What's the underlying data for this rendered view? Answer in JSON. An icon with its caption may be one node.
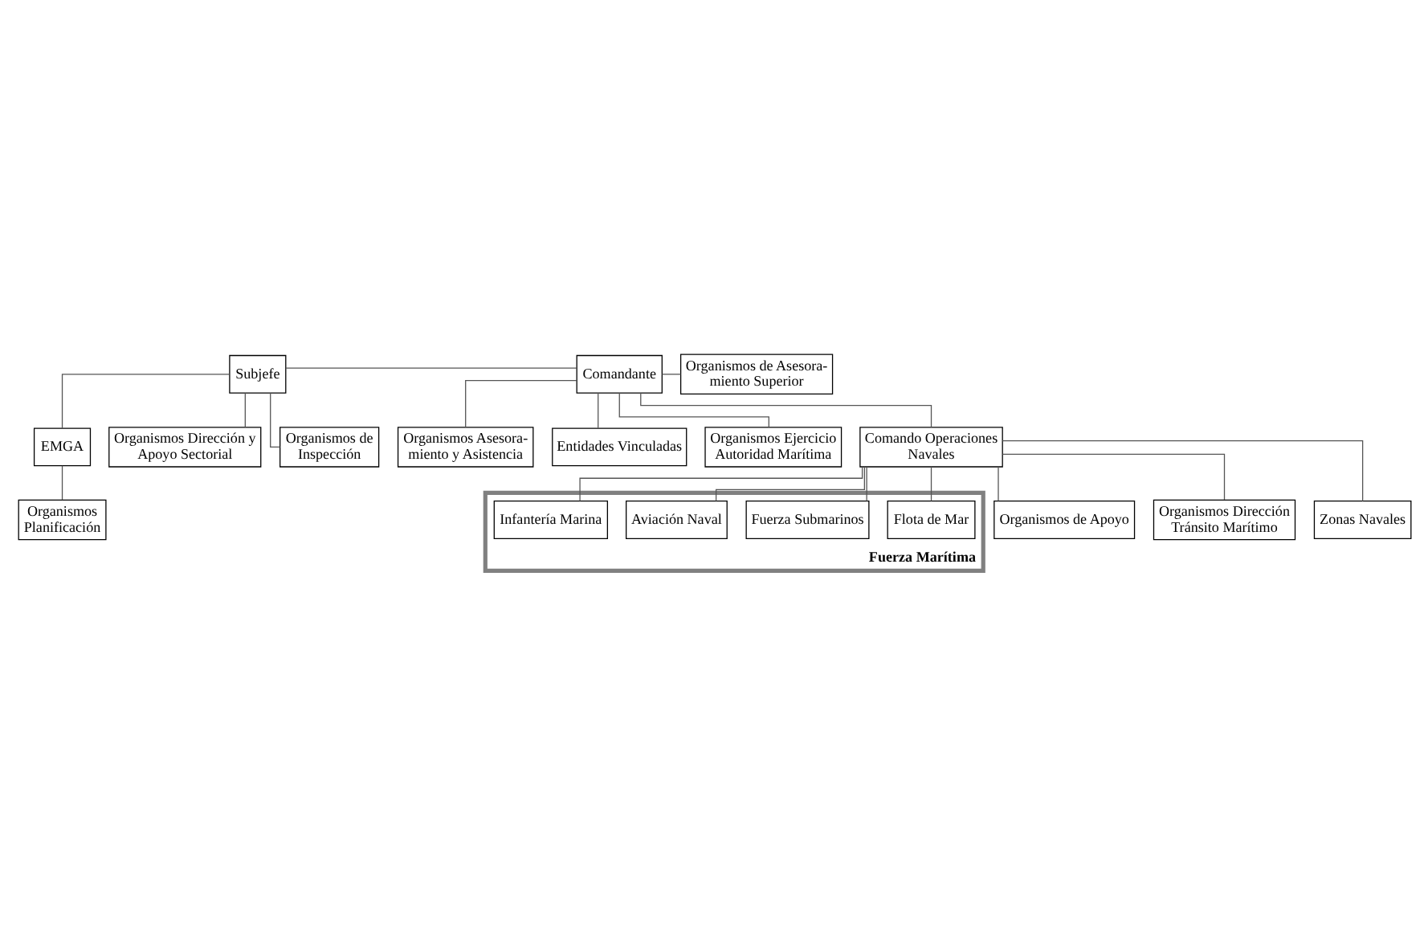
{
  "diagram": {
    "nodes": [
      {
        "text": [
          "Subjefe"
        ]
      },
      {
        "text": [
          "Comandante"
        ]
      },
      {
        "text": [
          "Organismos de Asesora- miento Superior"
        ]
      },
      {
        "text": [
          "Organismos Asesora- miento y Asistencia"
        ]
      },
      {
        "text": [
          "Entidades Vinculadas"
        ]
      },
      {
        "text": [
          "Organismos Ejercicio Autoridad Marítima"
        ]
      },
      {
        "text": [
          "EMGA"
        ]
      },
      {
        "text": [
          "Organismos Dirección y Apoyo Sectorial"
        ]
      },
      {
        "text": [
          "Organismos de Inspección"
        ]
      },
      {
        "text": [
          "Organismos Planificación"
        ]
      },
      {
        "text": [
          "Comando Operaciones Navales"
        ]
      },
      {
        "text": [
          "Fuerza Marítima"
        ]
      },
      {
        "text": [
          "Flota de Mar"
        ],
        "in": 11
      },
      {
        "text": [
          "Fuerza Submarinos"
        ],
        "in": 11
      },
      {
        "text": [
          "Aviación Naval"
        ],
        "in": 11
      },
      {
        "text": [
          "Infantería Marina"
        ],
        "in": 11
      },
      {
        "text": [
          "Organismos de Apoyo"
        ]
      },
      {
        "text": [
          "Organismos Dirección Tránsito Marítimo"
        ]
      },
      {
        "text": [
          "Zonas Navales"
        ]
      }
    ],
    "edges": [
      {
        "from": 0,
        "to": 1,
        "arrow": "none"
      },
      {
        "from": 1,
        "to": 2,
        "arrow": "none"
      },
      {
        "from": 1,
        "to": 3,
        "arrow": "none"
      },
      {
        "from": 1,
        "to": 4,
        "arrow": "none"
      },
      {
        "from": 1,
        "to": 5,
        "arrow": "none"
      },
      {
        "from": 0,
        "to": 6,
        "arrow": "none"
      },
      {
        "from": 0,
        "to": 7,
        "arrow": "none"
      },
      {
        "from": 0,
        "to": 8,
        "arrow": "none"
      },
      {
        "from": 6,
        "to": 9,
        "arrow": "none"
      },
      {
        "from": 1,
        "to": 10,
        "arrow": "none"
      },
      {
        "from": 10,
        "to": 12,
        "arrow": "none"
      },
      {
        "from": 10,
        "to": 13,
        "arrow": "none"
      },
      {
        "from": 10,
        "to": 14,
        "arrow": "none"
      },
      {
        "from": 10,
        "to": 15,
        "arrow": "none"
      },
      {
        "from": 10,
        "to": 16,
        "arrow": "none"
      },
      {
        "from": 10,
        "to": 17,
        "arrow": "none"
      },
      {
        "from": 10,
        "to": 18,
        "arrow": "none"
      }
    ]
  }
}
